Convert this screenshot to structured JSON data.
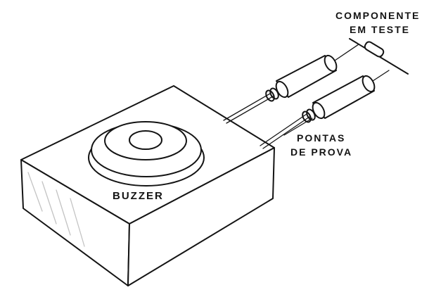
{
  "labels": {
    "component_line1": "COMPONENTE",
    "component_line2": "EM TESTE",
    "probes_line1": "PONTAS",
    "probes_line2": "DE PROVA",
    "buzzer": "BUZZER"
  },
  "colors": {
    "ink": "#141414",
    "paper": "#ffffff"
  }
}
